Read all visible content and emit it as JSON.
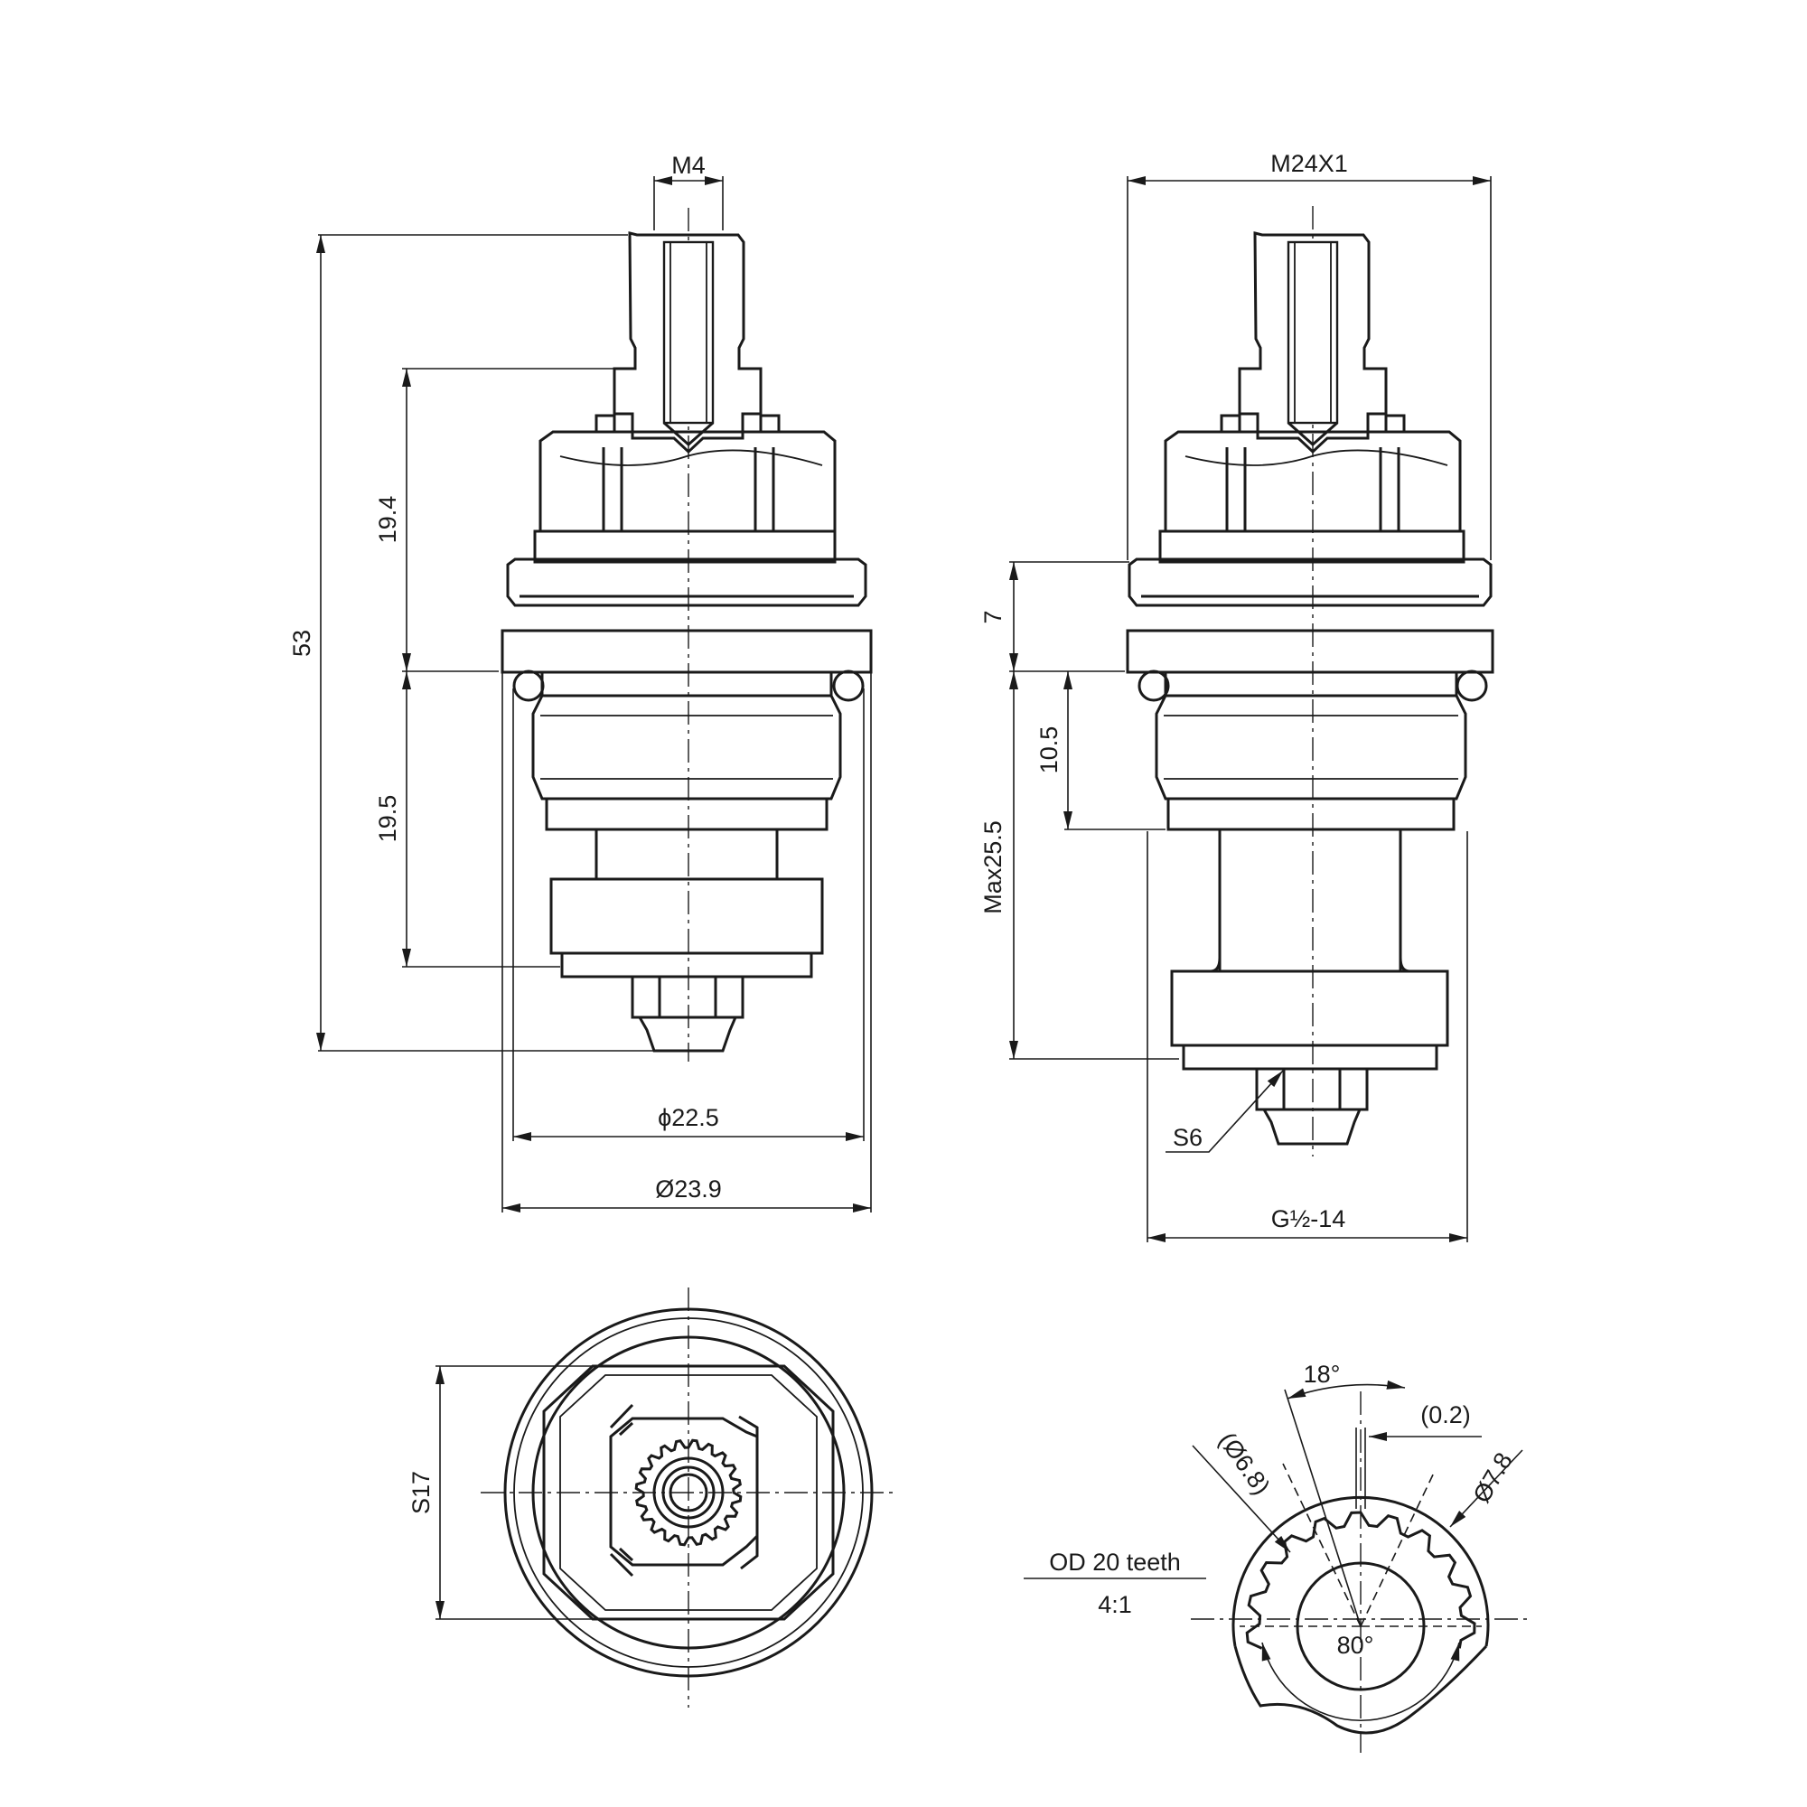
{
  "colors": {
    "line": "#1a1a1a",
    "background": "#ffffff"
  },
  "front_view": {
    "thread_top": "M4",
    "height_total": "53",
    "height_upper": "19.4",
    "height_lower": "19.5",
    "diameter_inner": "ϕ22.5",
    "diameter_outer": "Ø23.9"
  },
  "side_view": {
    "thread_outer": "M24X1",
    "height_flange": "7",
    "height_thread": "10.5",
    "height_max": "Max25.5",
    "hex_nut": "S6",
    "pipe_thread": "G½-14"
  },
  "bottom_view": {
    "hex_size": "S17"
  },
  "detail_view": {
    "angle_top": "18°",
    "gap": "(0.2)",
    "diameter_root": "(Ø6.8)",
    "diameter_tip": "Ø7.8",
    "note_line1": "OD 20 teeth",
    "note_line2": "4:1",
    "angle_bottom": "80°"
  }
}
